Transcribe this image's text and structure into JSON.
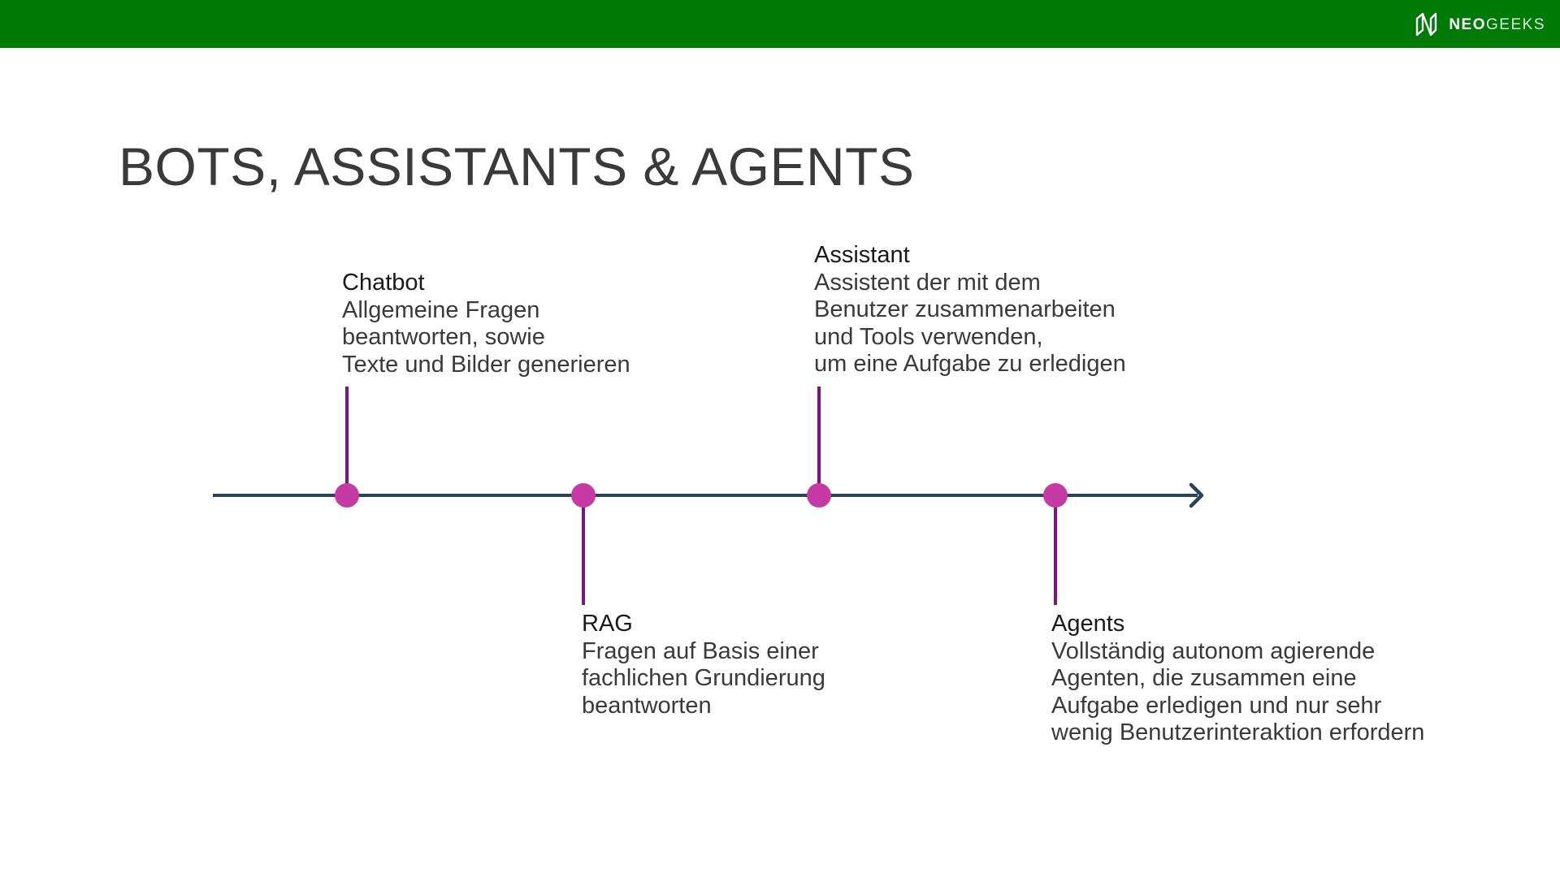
{
  "header": {
    "bar_color": "#007a07",
    "brand_strong": "NEO",
    "brand_light": "GEEKS",
    "logo_icon": "neogeeks-n-icon"
  },
  "title": "BOTS, ASSISTANTS & AGENTS",
  "colors": {
    "axis": "#2b4257",
    "marker": "#c63aa3",
    "stem": "#7a1581",
    "text": "#3a3a3a"
  },
  "timeline": [
    {
      "heading": "Chatbot",
      "lines": [
        "Allgemeine Fragen",
        "beantworten, sowie",
        "Texte und Bilder generieren"
      ],
      "side": "above"
    },
    {
      "heading": "RAG",
      "lines": [
        "Fragen auf Basis einer",
        "fachlichen Grundierung",
        "beantworten"
      ],
      "side": "below"
    },
    {
      "heading": "Assistant",
      "lines": [
        "Assistent der mit dem",
        "Benutzer zusammenarbeiten",
        "und Tools verwenden,",
        "um eine Aufgabe zu erledigen"
      ],
      "side": "above"
    },
    {
      "heading": "Agents",
      "lines": [
        "Vollständig autonom agierende",
        "Agenten, die zusammen eine",
        "Aufgabe erledigen und nur sehr",
        "wenig Benutzerinteraktion erfordern"
      ],
      "side": "below"
    }
  ]
}
